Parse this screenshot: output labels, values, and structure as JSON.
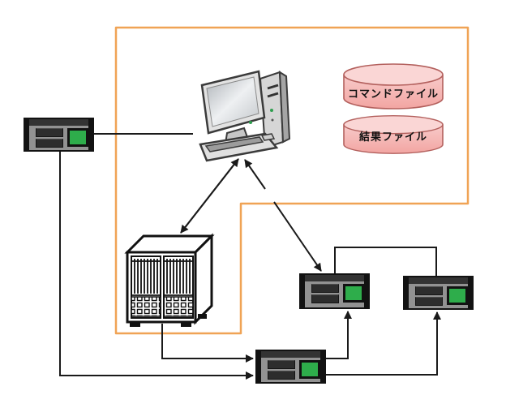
{
  "diagram": {
    "type": "network-system-diagram",
    "background": "#ffffff",
    "boundary": {
      "shape": "L-shaped orange border enclosing control PC, command/result files and server rack",
      "color": "#F0A355"
    },
    "colors": {
      "boundary_orange": "#F0A355",
      "connector_black": "#1a1a1a",
      "device_panel_gray": "#929292",
      "device_frame_black": "#121212",
      "device_screen_green": "#2EAD4B",
      "cylinder_fill": "#F5B4B2",
      "cylinder_top_fill": "#FAD6D5",
      "cylinder_border": "#B3605D",
      "clipart_gray": "#E0E0E0"
    },
    "nodes": {
      "control_pc": {
        "icon": "desktop-computer-icon",
        "label": ""
      },
      "server_rack": {
        "icon": "server-rack-icon",
        "label": ""
      },
      "command_file": {
        "shape": "cylinder",
        "label": "コマンドファイル"
      },
      "result_file": {
        "shape": "cylinder",
        "label": "結果ファイル"
      },
      "device_left": {
        "icon": "measurement-device-icon",
        "label": ""
      },
      "device_middle": {
        "icon": "measurement-device-icon",
        "label": ""
      },
      "device_right": {
        "icon": "measurement-device-icon",
        "label": ""
      },
      "device_bottom": {
        "icon": "measurement-device-icon",
        "label": ""
      }
    },
    "connections": [
      {
        "from": "device_left",
        "to": "control_pc",
        "style": "plain-line"
      },
      {
        "from": "control_pc",
        "to": "server_rack",
        "style": "double-headed-arrow"
      },
      {
        "from": "device_left",
        "to": "device_bottom",
        "style": "arrow"
      },
      {
        "from": "server_rack",
        "to": "device_bottom",
        "style": "arrow"
      },
      {
        "from": "device_bottom",
        "to": "device_middle",
        "style": "arrow"
      },
      {
        "from": "device_bottom",
        "to": "device_right",
        "style": "arrow"
      },
      {
        "from": "device_middle",
        "to": "device_right",
        "style": "plain-elbow-line"
      },
      {
        "from": "device_middle",
        "to": "control_pc",
        "style": "arrow"
      },
      {
        "from": "control_pc",
        "to": "device_middle",
        "style": "arrow"
      }
    ]
  }
}
